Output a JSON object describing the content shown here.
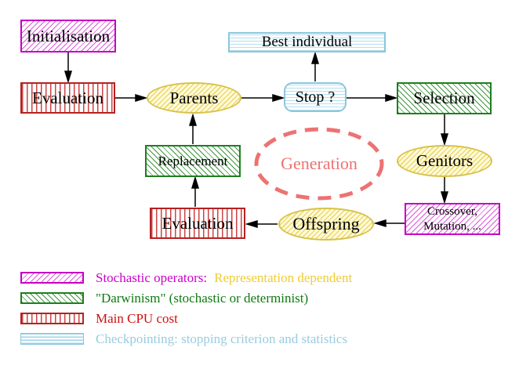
{
  "nodes": {
    "initialisation": "Initialisation",
    "evaluation_top": "Evaluation",
    "parents": "Parents",
    "best_individual": "Best individual",
    "stop": "Stop ?",
    "selection": "Selection",
    "genitors": "Genitors",
    "crossover_line1": "Crossover,",
    "crossover_line2": "Mutation, ...",
    "offspring": "Offspring",
    "evaluation_bottom": "Evaluation",
    "replacement": "Replacement",
    "generation": "Generation"
  },
  "legend": {
    "items": [
      {
        "swatch": "magenta-diagonal-hatch",
        "label": "Stochastic operators:",
        "label_secondary": "Representation dependent"
      },
      {
        "swatch": "green-diagonal-hatch",
        "label": "\"Darwinism\" (stochastic or determinist)"
      },
      {
        "swatch": "red-vertical-lines",
        "label": "Main CPU cost"
      },
      {
        "swatch": "cyan-horizontal-lines",
        "label": "Checkpointing: stopping criterion and statistics"
      }
    ]
  },
  "colors": {
    "magenta": "#cc00cc",
    "green": "#1e7e1e",
    "red": "#b42222",
    "cyan_blue": "#8cc6dc",
    "yellow": "#d8c24a",
    "salmon": "#ed7272",
    "gold_text": "#eecc33",
    "legend_green_text": "#0f7a0f",
    "legend_red_text": "#cc1111",
    "legend_cyan_text": "#99cce0",
    "arrow_black": "#000000"
  }
}
